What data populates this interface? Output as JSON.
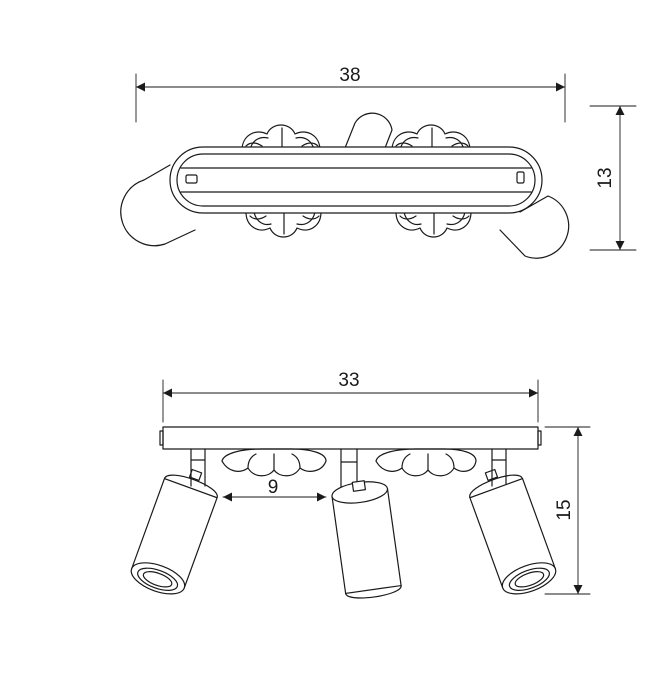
{
  "colors": {
    "line": "#1a1a1a",
    "background": "#ffffff"
  },
  "dimensions": {
    "top_width": "38",
    "top_height": "13",
    "front_width": "33",
    "spacing": "9",
    "front_height": "15"
  }
}
